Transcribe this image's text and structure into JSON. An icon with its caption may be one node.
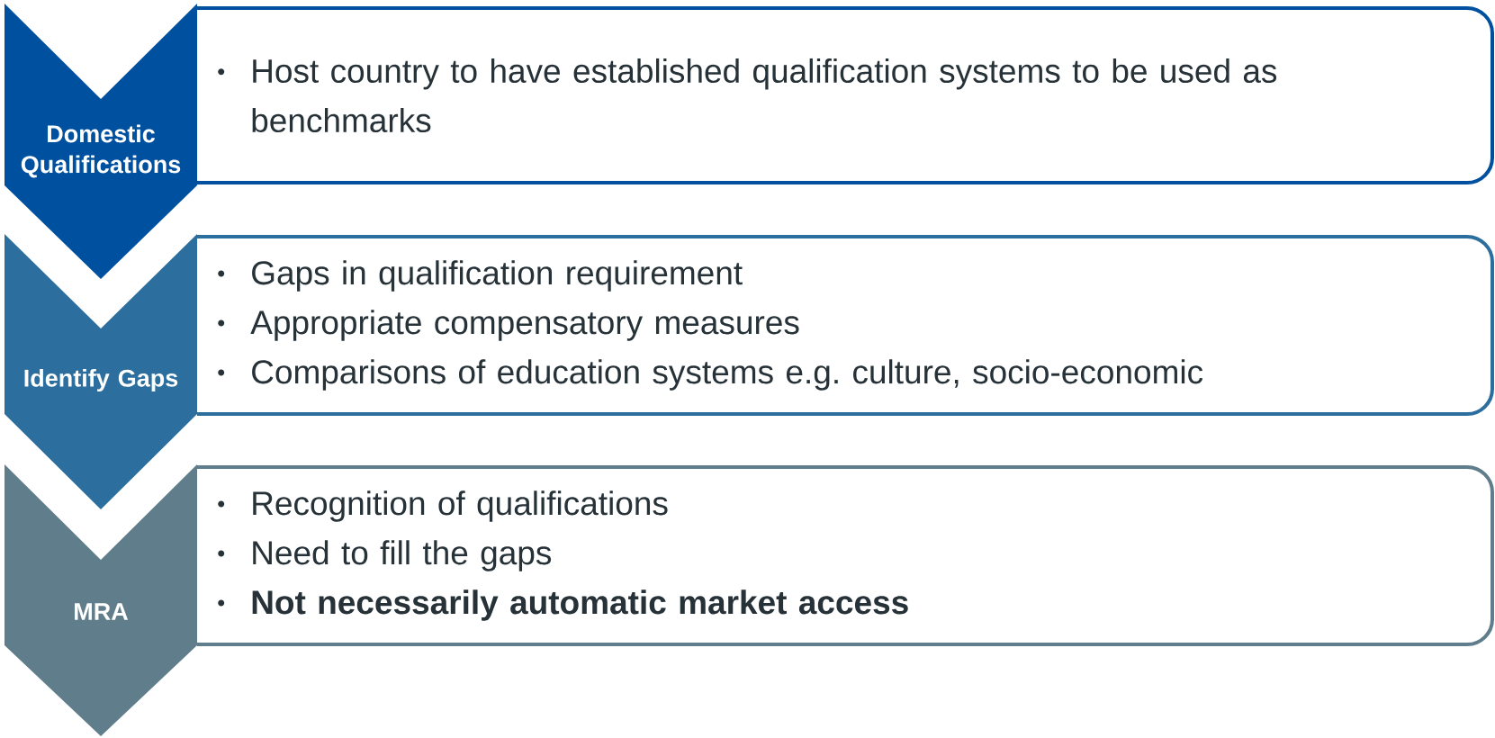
{
  "diagram": {
    "nodes": [
      {
        "text": [
          "Domestic Qualifications"
        ]
      },
      {
        "text": [
          "Host country to have established qualification systems to be used as benchmarks"
        ]
      },
      {
        "text": [
          "Identify Gaps"
        ]
      },
      {
        "text": [
          "Gaps in qualification requirement",
          "Appropriate compensatory measures",
          "Comparisons of education systems e.g. culture, socio-economic"
        ]
      },
      {
        "text": [
          "MRA"
        ]
      },
      {
        "text": [
          "Recognition of qualifications",
          "Need to fill the gaps",
          "**Not necessarily automatic market access**"
        ]
      }
    ]
  }
}
